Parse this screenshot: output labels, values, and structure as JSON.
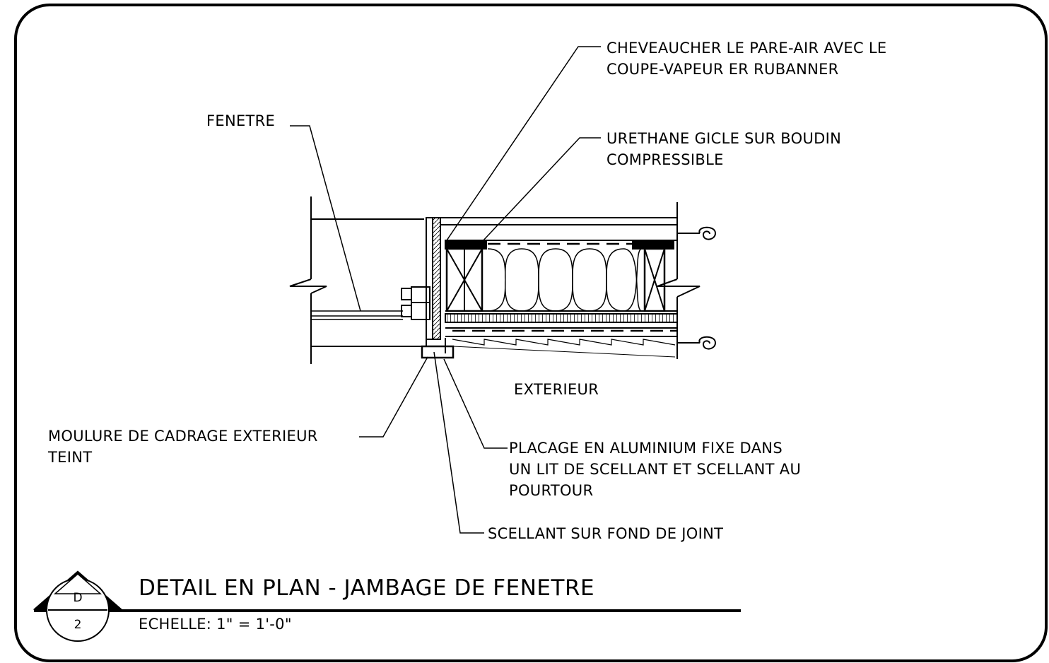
{
  "labels": {
    "fenetre": "FENETRE",
    "cheveaucher": [
      "CHEVEAUCHER LE PARE-AIR AVEC LE",
      "COUPE-VAPEUR ER RUBANNER"
    ],
    "urethane": [
      "URETHANE GICLE SUR BOUDIN",
      "COMPRESSIBLE"
    ],
    "exterieur": "EXTERIEUR",
    "moulure": [
      "MOULURE DE CADRAGE EXTERIEUR",
      "TEINT"
    ],
    "placage": [
      "PLACAGE EN ALUMINIUM FIXE DANS",
      "UN LIT DE SCELLANT ET SCELLANT AU",
      "POURTOUR"
    ],
    "scellant": "SCELLANT SUR FOND DE JOINT"
  },
  "title_block": {
    "title": "DETAIL EN PLAN - JAMBAGE DE FENETRE",
    "scale": "ECHELLE:  1\" =  1'-0\"",
    "detail_letter": "D",
    "sheet_number": "2"
  }
}
